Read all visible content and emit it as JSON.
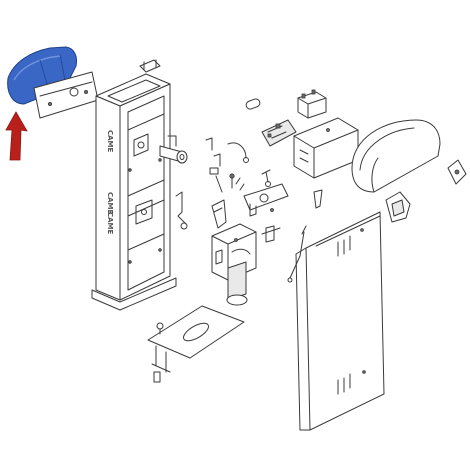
{
  "diagram": {
    "brand_marks": [
      "CAME",
      "CAME",
      "CAME"
    ],
    "highlight_color": "#3a66c6",
    "arrow_color": "#b8211b",
    "line_color": "#3a3a3a"
  }
}
